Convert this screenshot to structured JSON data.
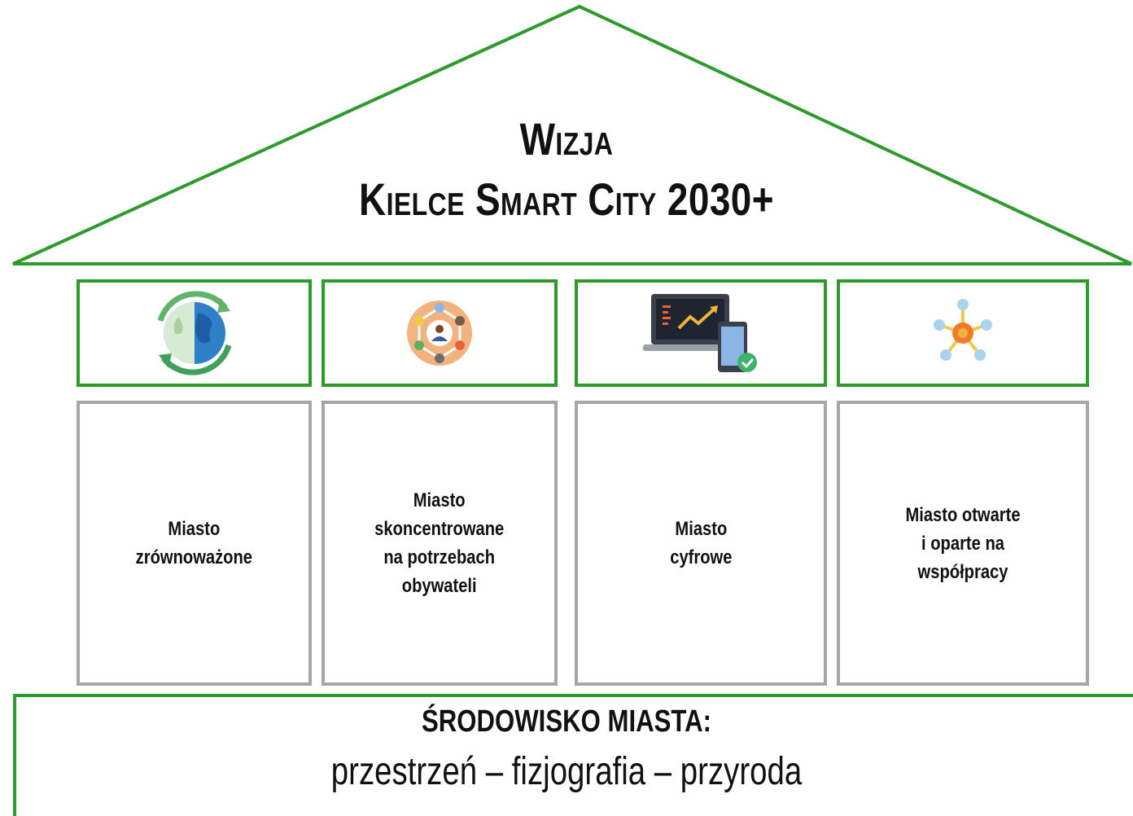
{
  "vision": {
    "line1": "Wizja",
    "line2": "Kielce Smart City 2030+"
  },
  "pillars": [
    {
      "icon": "globe-cycle-icon",
      "label": "Miasto\nzrównoważone"
    },
    {
      "icon": "people-network-icon",
      "label": "Miasto\nskoncentrowane\nna potrzebach\nobywateli"
    },
    {
      "icon": "laptop-phone-chart-icon",
      "label": "Miasto\ncyfrowe"
    },
    {
      "icon": "hub-network-icon",
      "label": "Miasto otwarte\ni oparte na\nwspółpracy"
    }
  ],
  "foundation": {
    "title": "ŚRODOWISKO MIASTA:",
    "subtitle": "przestrzeń – fizjografia – przyroda"
  },
  "colors": {
    "frame_green": "#2e9a2a",
    "pillar_gray": "#a6a6a6"
  }
}
